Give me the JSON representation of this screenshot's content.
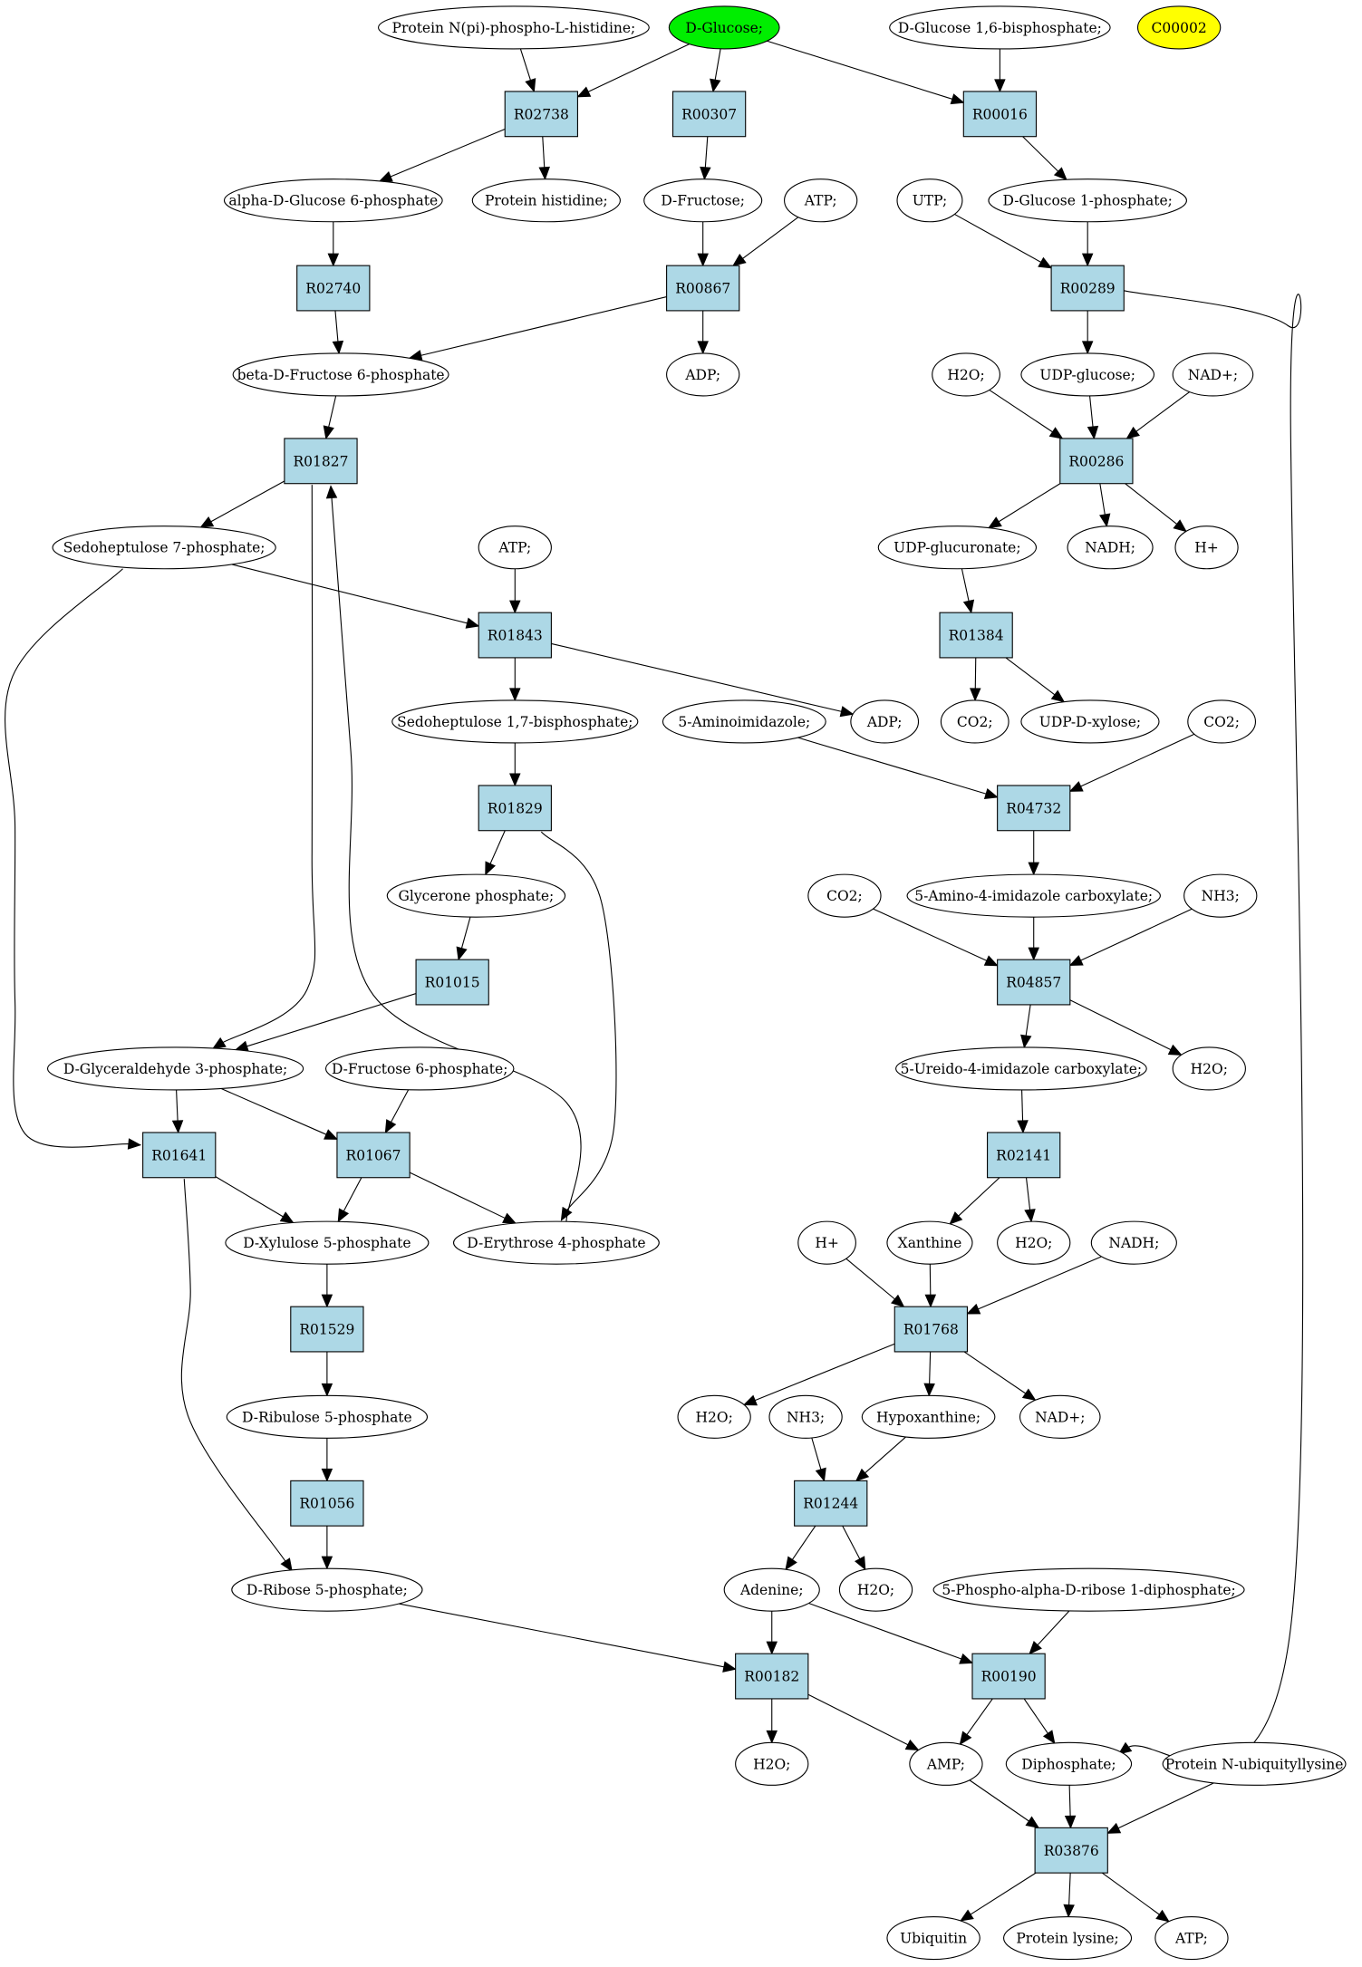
{
  "colors": {
    "reaction_fill": "#add8e6",
    "start_compound": "#00ee00",
    "highlight_compound": "#ffff00",
    "compound_fill": "#ffffff"
  },
  "nodes": [
    {
      "id": "c_protein_npi",
      "kind": "compound",
      "label": "Protein N(pi)-phospho-L-histidine;"
    },
    {
      "id": "c_dglucose",
      "kind": "compound",
      "label": "D-Glucose;",
      "color": "start"
    },
    {
      "id": "c_dglc16bp",
      "kind": "compound",
      "label": "D-Glucose 1,6-bisphosphate;"
    },
    {
      "id": "c_c00002",
      "kind": "compound",
      "label": "C00002",
      "color": "highlight"
    },
    {
      "id": "r_R02738",
      "kind": "reaction",
      "label": "R02738"
    },
    {
      "id": "r_R00307",
      "kind": "reaction",
      "label": "R00307"
    },
    {
      "id": "r_R00016",
      "kind": "reaction",
      "label": "R00016"
    },
    {
      "id": "c_aglc6p",
      "kind": "compound",
      "label": "alpha-D-Glucose 6-phosphate"
    },
    {
      "id": "c_protein_his",
      "kind": "compound",
      "label": "Protein histidine;"
    },
    {
      "id": "c_dfructose",
      "kind": "compound",
      "label": "D-Fructose;"
    },
    {
      "id": "c_atp1",
      "kind": "compound",
      "label": "ATP;"
    },
    {
      "id": "c_utp",
      "kind": "compound",
      "label": "UTP;"
    },
    {
      "id": "c_dglc1p",
      "kind": "compound",
      "label": "D-Glucose 1-phosphate;"
    },
    {
      "id": "r_R02740",
      "kind": "reaction",
      "label": "R02740"
    },
    {
      "id": "r_R00867",
      "kind": "reaction",
      "label": "R00867"
    },
    {
      "id": "r_R00289",
      "kind": "reaction",
      "label": "R00289"
    },
    {
      "id": "c_bfru6p",
      "kind": "compound",
      "label": "beta-D-Fructose 6-phosphate"
    },
    {
      "id": "c_adp1",
      "kind": "compound",
      "label": "ADP;"
    },
    {
      "id": "c_h2o_1",
      "kind": "compound",
      "label": "H2O;"
    },
    {
      "id": "c_udpglc",
      "kind": "compound",
      "label": "UDP-glucose;"
    },
    {
      "id": "c_nadp1",
      "kind": "compound",
      "label": "NAD+;"
    },
    {
      "id": "r_R01827",
      "kind": "reaction",
      "label": "R01827"
    },
    {
      "id": "r_R00286",
      "kind": "reaction",
      "label": "R00286"
    },
    {
      "id": "c_s7p",
      "kind": "compound",
      "label": "Sedoheptulose 7-phosphate;"
    },
    {
      "id": "c_atp2",
      "kind": "compound",
      "label": "ATP;"
    },
    {
      "id": "c_udpglcur",
      "kind": "compound",
      "label": "UDP-glucuronate;"
    },
    {
      "id": "c_nadh1",
      "kind": "compound",
      "label": "NADH;"
    },
    {
      "id": "c_hplus1",
      "kind": "compound",
      "label": "H+"
    },
    {
      "id": "r_R01843",
      "kind": "reaction",
      "label": "R01843"
    },
    {
      "id": "r_R01384",
      "kind": "reaction",
      "label": "R01384"
    },
    {
      "id": "c_s17bp",
      "kind": "compound",
      "label": "Sedoheptulose 1,7-bisphosphate;"
    },
    {
      "id": "c_5aimz",
      "kind": "compound",
      "label": "5-Aminoimidazole;"
    },
    {
      "id": "c_adp2",
      "kind": "compound",
      "label": "ADP;"
    },
    {
      "id": "c_co2_1",
      "kind": "compound",
      "label": "CO2;"
    },
    {
      "id": "c_udpxyl",
      "kind": "compound",
      "label": "UDP-D-xylose;"
    },
    {
      "id": "c_co2_2",
      "kind": "compound",
      "label": "CO2;"
    },
    {
      "id": "r_R01829",
      "kind": "reaction",
      "label": "R01829"
    },
    {
      "id": "r_R04732",
      "kind": "reaction",
      "label": "R04732"
    },
    {
      "id": "c_glycp",
      "kind": "compound",
      "label": "Glycerone phosphate;"
    },
    {
      "id": "c_co2_3",
      "kind": "compound",
      "label": "CO2;"
    },
    {
      "id": "c_5a4imz",
      "kind": "compound",
      "label": "5-Amino-4-imidazole carboxylate;"
    },
    {
      "id": "c_nh3_1",
      "kind": "compound",
      "label": "NH3;"
    },
    {
      "id": "r_R01015",
      "kind": "reaction",
      "label": "R01015"
    },
    {
      "id": "r_R04857",
      "kind": "reaction",
      "label": "R04857"
    },
    {
      "id": "c_g3p",
      "kind": "compound",
      "label": "D-Glyceraldehyde 3-phosphate;"
    },
    {
      "id": "c_dfru6p",
      "kind": "compound",
      "label": "D-Fructose 6-phosphate;"
    },
    {
      "id": "c_5u4imz",
      "kind": "compound",
      "label": "5-Ureido-4-imidazole carboxylate;"
    },
    {
      "id": "c_h2o_2",
      "kind": "compound",
      "label": "H2O;"
    },
    {
      "id": "r_R01641",
      "kind": "reaction",
      "label": "R01641"
    },
    {
      "id": "r_R01067",
      "kind": "reaction",
      "label": "R01067"
    },
    {
      "id": "r_R02141",
      "kind": "reaction",
      "label": "R02141"
    },
    {
      "id": "c_xu5p",
      "kind": "compound",
      "label": "D-Xylulose 5-phosphate"
    },
    {
      "id": "c_e4p",
      "kind": "compound",
      "label": "D-Erythrose 4-phosphate"
    },
    {
      "id": "c_hplus2",
      "kind": "compound",
      "label": "H+"
    },
    {
      "id": "c_xanthine",
      "kind": "compound",
      "label": "Xanthine"
    },
    {
      "id": "c_h2o_3",
      "kind": "compound",
      "label": "H2O;"
    },
    {
      "id": "c_nadh2",
      "kind": "compound",
      "label": "NADH;"
    },
    {
      "id": "r_R01529",
      "kind": "reaction",
      "label": "R01529"
    },
    {
      "id": "r_R01768",
      "kind": "reaction",
      "label": "R01768"
    },
    {
      "id": "c_ru5p",
      "kind": "compound",
      "label": "D-Ribulose 5-phosphate"
    },
    {
      "id": "c_h2o_4",
      "kind": "compound",
      "label": "H2O;"
    },
    {
      "id": "c_nh3_2",
      "kind": "compound",
      "label": "NH3;"
    },
    {
      "id": "c_hypox",
      "kind": "compound",
      "label": "Hypoxanthine;"
    },
    {
      "id": "c_nadp2",
      "kind": "compound",
      "label": "NAD+;"
    },
    {
      "id": "r_R01056",
      "kind": "reaction",
      "label": "R01056"
    },
    {
      "id": "r_R01244",
      "kind": "reaction",
      "label": "R01244"
    },
    {
      "id": "c_r5p",
      "kind": "compound",
      "label": "D-Ribose 5-phosphate;"
    },
    {
      "id": "c_adenine",
      "kind": "compound",
      "label": "Adenine;"
    },
    {
      "id": "c_h2o_5",
      "kind": "compound",
      "label": "H2O;"
    },
    {
      "id": "c_prpp",
      "kind": "compound",
      "label": "5-Phospho-alpha-D-ribose 1-diphosphate;"
    },
    {
      "id": "r_R00182",
      "kind": "reaction",
      "label": "R00182"
    },
    {
      "id": "r_R00190",
      "kind": "reaction",
      "label": "R00190"
    },
    {
      "id": "c_h2o_6",
      "kind": "compound",
      "label": "H2O;"
    },
    {
      "id": "c_amp",
      "kind": "compound",
      "label": "AMP;"
    },
    {
      "id": "c_diphos",
      "kind": "compound",
      "label": "Diphosphate;"
    },
    {
      "id": "c_publy",
      "kind": "compound",
      "label": "Protein N-ubiquityllysine"
    },
    {
      "id": "r_R03876",
      "kind": "reaction",
      "label": "R03876"
    },
    {
      "id": "c_ubiquitin",
      "kind": "compound",
      "label": "Ubiquitin"
    },
    {
      "id": "c_plysine",
      "kind": "compound",
      "label": "Protein lysine;"
    },
    {
      "id": "c_atp3",
      "kind": "compound",
      "label": "ATP;"
    }
  ],
  "edges": [
    {
      "from": "c_protein_npi",
      "to": "r_R02738"
    },
    {
      "from": "c_dglucose",
      "to": "r_R02738"
    },
    {
      "from": "c_dglucose",
      "to": "r_R00307"
    },
    {
      "from": "c_dglucose",
      "to": "r_R00016"
    },
    {
      "from": "c_dglc16bp",
      "to": "r_R00016"
    },
    {
      "from": "r_R02738",
      "to": "c_aglc6p"
    },
    {
      "from": "r_R02738",
      "to": "c_protein_his"
    },
    {
      "from": "r_R00307",
      "to": "c_dfructose"
    },
    {
      "from": "r_R00016",
      "to": "c_dglc1p"
    },
    {
      "from": "c_aglc6p",
      "to": "r_R02740"
    },
    {
      "from": "c_dfructose",
      "to": "r_R00867"
    },
    {
      "from": "c_atp1",
      "to": "r_R00867"
    },
    {
      "from": "c_utp",
      "to": "r_R00289"
    },
    {
      "from": "c_dglc1p",
      "to": "r_R00289"
    },
    {
      "from": "r_R02740",
      "to": "c_bfru6p"
    },
    {
      "from": "r_R00867",
      "to": "c_bfru6p"
    },
    {
      "from": "r_R00867",
      "to": "c_adp1"
    },
    {
      "from": "r_R00289",
      "to": "c_udpglc"
    },
    {
      "from": "r_R00289",
      "to": "c_diphos"
    },
    {
      "from": "c_h2o_1",
      "to": "r_R00286"
    },
    {
      "from": "c_udpglc",
      "to": "r_R00286"
    },
    {
      "from": "c_nadp1",
      "to": "r_R00286"
    },
    {
      "from": "c_bfru6p",
      "to": "r_R01827"
    },
    {
      "from": "r_R01827",
      "to": "c_s7p"
    },
    {
      "from": "r_R01827",
      "to": "c_g3p"
    },
    {
      "from": "r_R00286",
      "to": "c_udpglcur"
    },
    {
      "from": "r_R00286",
      "to": "c_nadh1"
    },
    {
      "from": "r_R00286",
      "to": "c_hplus1"
    },
    {
      "from": "c_s7p",
      "to": "r_R01843"
    },
    {
      "from": "c_s7p",
      "to": "r_R01641"
    },
    {
      "from": "c_atp2",
      "to": "r_R01843"
    },
    {
      "from": "c_udpglcur",
      "to": "r_R01384"
    },
    {
      "from": "r_R01843",
      "to": "c_s17bp"
    },
    {
      "from": "r_R01843",
      "to": "c_adp2"
    },
    {
      "from": "r_R01384",
      "to": "c_co2_1"
    },
    {
      "from": "r_R01384",
      "to": "c_udpxyl"
    },
    {
      "from": "c_s17bp",
      "to": "r_R01829"
    },
    {
      "from": "c_5aimz",
      "to": "r_R04732"
    },
    {
      "from": "c_co2_2",
      "to": "r_R04732"
    },
    {
      "from": "r_R01829",
      "to": "c_glycp"
    },
    {
      "from": "r_R01829",
      "to": "c_e4p"
    },
    {
      "from": "r_R04732",
      "to": "c_5a4imz"
    },
    {
      "from": "c_glycp",
      "to": "r_R01015"
    },
    {
      "from": "c_co2_3",
      "to": "r_R04857"
    },
    {
      "from": "c_5a4imz",
      "to": "r_R04857"
    },
    {
      "from": "c_nh3_1",
      "to": "r_R04857"
    },
    {
      "from": "r_R01015",
      "to": "c_g3p"
    },
    {
      "from": "r_R04857",
      "to": "c_5u4imz"
    },
    {
      "from": "r_R04857",
      "to": "c_h2o_2"
    },
    {
      "from": "c_g3p",
      "to": "r_R01641"
    },
    {
      "from": "c_g3p",
      "to": "r_R01067"
    },
    {
      "from": "c_dfru6p",
      "to": "r_R01067"
    },
    {
      "from": "c_5u4imz",
      "to": "r_R02141"
    },
    {
      "from": "r_R01641",
      "to": "c_xu5p"
    },
    {
      "from": "r_R01641",
      "to": "c_r5p"
    },
    {
      "from": "r_R01067",
      "to": "c_xu5p"
    },
    {
      "from": "r_R01067",
      "to": "c_e4p"
    },
    {
      "from": "c_e4p",
      "to": "r_R01827"
    },
    {
      "from": "r_R02141",
      "to": "c_xanthine"
    },
    {
      "from": "r_R02141",
      "to": "c_h2o_3"
    },
    {
      "from": "c_hplus2",
      "to": "r_R01768"
    },
    {
      "from": "c_xanthine",
      "to": "r_R01768"
    },
    {
      "from": "c_nadh2",
      "to": "r_R01768"
    },
    {
      "from": "c_xu5p",
      "to": "r_R01529"
    },
    {
      "from": "r_R01768",
      "to": "c_h2o_4"
    },
    {
      "from": "r_R01768",
      "to": "c_hypox"
    },
    {
      "from": "r_R01768",
      "to": "c_nadp2"
    },
    {
      "from": "r_R01529",
      "to": "c_ru5p"
    },
    {
      "from": "c_nh3_2",
      "to": "r_R01244"
    },
    {
      "from": "c_hypox",
      "to": "r_R01244"
    },
    {
      "from": "c_ru5p",
      "to": "r_R01056"
    },
    {
      "from": "r_R01244",
      "to": "c_adenine"
    },
    {
      "from": "r_R01244",
      "to": "c_h2o_5"
    },
    {
      "from": "r_R01056",
      "to": "c_r5p"
    },
    {
      "from": "c_r5p",
      "to": "r_R00182"
    },
    {
      "from": "c_adenine",
      "to": "r_R00182"
    },
    {
      "from": "c_adenine",
      "to": "r_R00190"
    },
    {
      "from": "c_prpp",
      "to": "r_R00190"
    },
    {
      "from": "r_R00182",
      "to": "c_h2o_6"
    },
    {
      "from": "r_R00182",
      "to": "c_amp"
    },
    {
      "from": "r_R00190",
      "to": "c_amp"
    },
    {
      "from": "r_R00190",
      "to": "c_diphos"
    },
    {
      "from": "c_amp",
      "to": "r_R03876"
    },
    {
      "from": "c_diphos",
      "to": "r_R03876"
    },
    {
      "from": "c_publy",
      "to": "r_R03876"
    },
    {
      "from": "r_R03876",
      "to": "c_ubiquitin"
    },
    {
      "from": "r_R03876",
      "to": "c_plysine"
    },
    {
      "from": "r_R03876",
      "to": "c_atp3"
    }
  ]
}
